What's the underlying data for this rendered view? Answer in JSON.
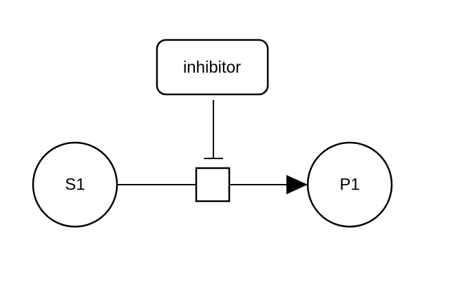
{
  "diagram": {
    "nodes": {
      "inhibitor": {
        "label": "inhibitor",
        "shape": "rounded-rectangle"
      },
      "s1": {
        "label": "S1",
        "shape": "circle"
      },
      "p1": {
        "label": "P1",
        "shape": "circle"
      },
      "process": {
        "label": "",
        "shape": "square"
      }
    },
    "edges": [
      {
        "from": "s1",
        "to": "process",
        "type": "consumption"
      },
      {
        "from": "process",
        "to": "p1",
        "type": "production",
        "arrowhead": "filled-triangle"
      },
      {
        "from": "inhibitor",
        "to": "process",
        "type": "inhibition",
        "arrowhead": "bar"
      }
    ],
    "colors": {
      "stroke": "#000000",
      "fill": "#ffffff",
      "background": "#ffffff"
    }
  }
}
